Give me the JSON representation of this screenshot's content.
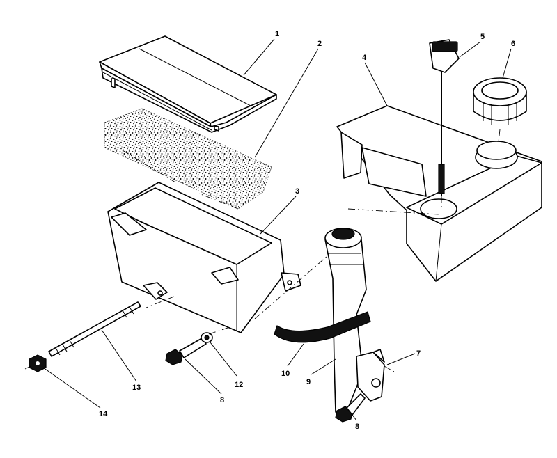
{
  "callouts": {
    "c1": "1",
    "c2": "2",
    "c3": "3",
    "c4": "4",
    "c5": "5",
    "c6": "6",
    "c7": "7",
    "c8a": "8",
    "c8b": "8",
    "c9": "9",
    "c10": "10",
    "c12": "12",
    "c13": "13",
    "c14": "14"
  }
}
